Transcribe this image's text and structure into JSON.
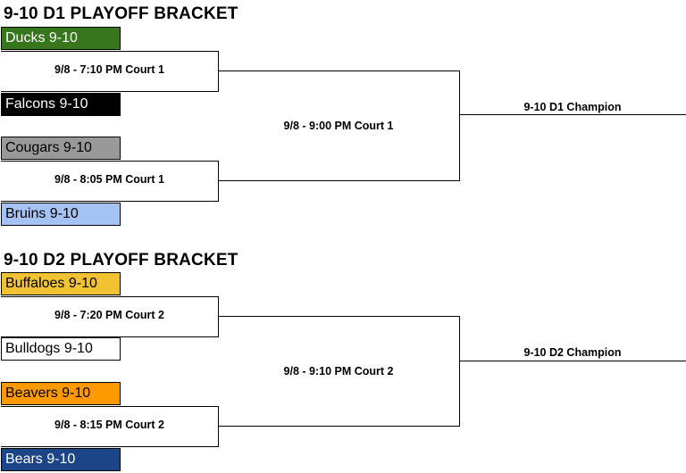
{
  "brackets": [
    {
      "title": "9-10 D1 PLAYOFF BRACKET",
      "teams": [
        {
          "name": "Ducks 9-10",
          "bg": "#38761d",
          "fg": "#ffffff"
        },
        {
          "name": "Falcons 9-10",
          "bg": "#000000",
          "fg": "#ffffff"
        },
        {
          "name": "Cougars 9-10",
          "bg": "#999999",
          "fg": "#000000"
        },
        {
          "name": "Bruins 9-10",
          "bg": "#a4c2f4",
          "fg": "#000000"
        }
      ],
      "games": [
        "9/8 - 7:10 PM Court 1",
        "9/8 - 8:05 PM Court 1"
      ],
      "final_game": "9/8 - 9:00 PM Court 1",
      "champion": "9-10 D1 Champion"
    },
    {
      "title": "9-10 D2 PLAYOFF BRACKET",
      "teams": [
        {
          "name": "Buffaloes 9-10",
          "bg": "#f1c232",
          "fg": "#000000"
        },
        {
          "name": "Bulldogs 9-10",
          "bg": "#ffffff",
          "fg": "#000000"
        },
        {
          "name": "Beavers 9-10",
          "bg": "#ff9900",
          "fg": "#000000"
        },
        {
          "name": "Bears 9-10",
          "bg": "#1c4587",
          "fg": "#ffffff"
        }
      ],
      "games": [
        "9/8 - 7:20 PM Court 2",
        "9/8 - 8:15 PM Court 2"
      ],
      "final_game": "9/8 - 9:10 PM Court 2",
      "champion": "9-10 D2 Champion"
    }
  ]
}
